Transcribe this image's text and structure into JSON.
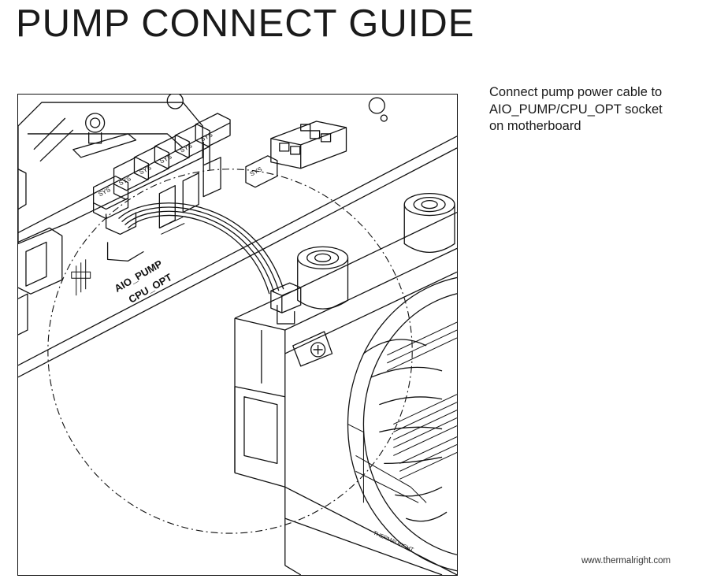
{
  "title": "PUMP CONNECT GUIDE",
  "instruction": "Connect pump power cable to\nAIO_PUMP/CPU_OPT socket\n on motherboard",
  "diagram": {
    "header_labels": [
      "SYS",
      "SYS",
      "SYS",
      "SYS",
      "SYS",
      "SYS",
      "SYS"
    ],
    "pump_label": "AIO_PUMP",
    "cpu_opt_label": "CPU_OPT",
    "radiator_brand": "THERMALRIGHT"
  },
  "website": "www.thermalright.com"
}
